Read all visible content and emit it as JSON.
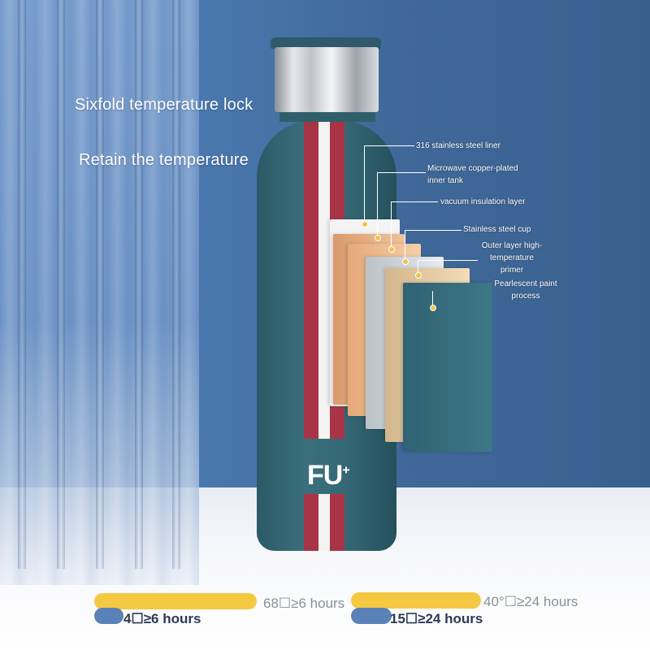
{
  "headlines": {
    "line1": "Sixfold temperature lock",
    "line2": "Retain the temperature"
  },
  "brand": {
    "logo_text": "FU",
    "logo_mark": "+"
  },
  "layers": [
    "316 stainless steel liner",
    "Microwave copper-plated inner tank",
    "vacuum insulation layer",
    "Stainless steel cup",
    "Outer layer high-temperature primer",
    "Pearlescent paint process"
  ],
  "legend": {
    "top_left": "68☐≥6 hours",
    "top_right": "40°☐≥24 hours",
    "bottom_left": "4☐≥6 hours",
    "bottom_right": "15☐≥24 hours"
  },
  "colors": {
    "accent_yellow": "#f5c842",
    "accent_blue": "#5a82b8",
    "stripe_red": "#a83545",
    "bottle_teal": "#346773"
  }
}
